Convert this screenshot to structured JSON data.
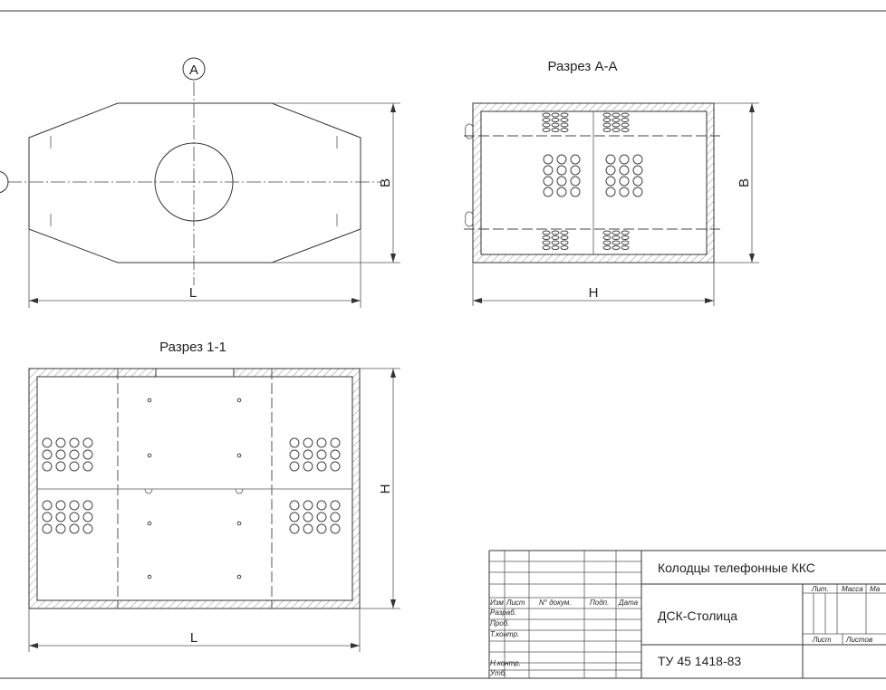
{
  "views": {
    "plan": {
      "marker_top": "A",
      "dim_length": "L",
      "dim_width": "B"
    },
    "section_aa": {
      "title": "Разрез А-А",
      "dim_width": "B",
      "dim_length": "H"
    },
    "section_11": {
      "title": "Разрез 1-1",
      "dim_height": "H",
      "dim_length": "L"
    }
  },
  "title_block": {
    "header_cols": [
      "Изм",
      "Лист",
      "N° докум.",
      "Подп.",
      "Дата"
    ],
    "rows": [
      "Разраб.",
      "Проб.",
      "Т.контр.",
      "Н.контр.",
      "Утб."
    ],
    "title": "Колодцы телефонные ККС",
    "organization": "ДСК-Столица",
    "document": "ТУ 45 1418-83",
    "lit_label": "Лит.",
    "mass_label": "Масса",
    "scale_label": "Ма",
    "sheet_label": "Лист",
    "sheets_label": "Листов"
  },
  "colors": {
    "line": "#333333",
    "background": "#ffffff"
  }
}
